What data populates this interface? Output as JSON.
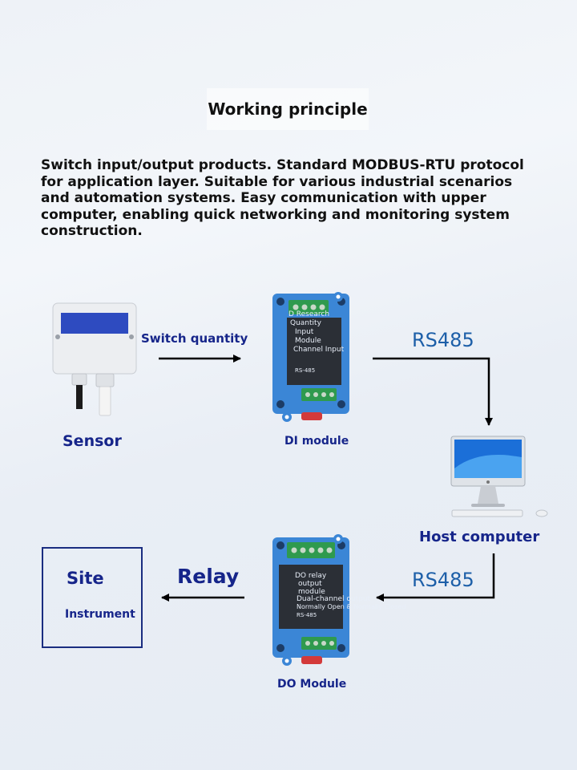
{
  "title": "Working principle",
  "description": "Switch input/output products. Standard MODBUS-RTU protocol for application layer. Suitable for various industrial scenarios and automation systems. Easy communication with upper computer, enabling quick networking and monitoring system construction.",
  "nodes": {
    "sensor": {
      "label": "Sensor"
    },
    "di_module": {
      "label": "DI module",
      "panel_lines": [
        "D Research",
        "Quantity",
        "Input",
        "Module",
        "Channel Input"
      ],
      "bus_label": "RS-485"
    },
    "host": {
      "label": "Host computer"
    },
    "do_module": {
      "label": "DO Module",
      "panel_lines": [
        "DO relay",
        "output",
        "module",
        "Dual-channel output",
        "Normally Open & Normally Closed"
      ],
      "bus_label": "RS-485"
    },
    "site": {
      "label": "Site",
      "sublabel": "Instrument"
    }
  },
  "edges": {
    "sensor_to_di": "Switch quantity",
    "di_to_host": "RS485",
    "host_to_do": "RS485",
    "do_to_site": "Relay"
  },
  "colors": {
    "module_blue": "#3b86d6",
    "terminal_green": "#2f9a4e",
    "label_navy": "#16258a",
    "rs485_blue": "#1d5fa8"
  }
}
